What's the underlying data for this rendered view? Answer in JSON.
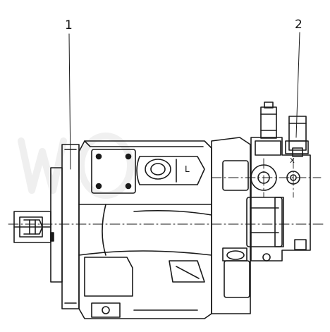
{
  "callouts": [
    {
      "label": "1"
    },
    {
      "label": "2"
    }
  ],
  "ports": [
    {
      "label": "L"
    },
    {
      "label": "X"
    }
  ],
  "colors": {
    "line": "#1a1a1a",
    "background": "#ffffff"
  }
}
